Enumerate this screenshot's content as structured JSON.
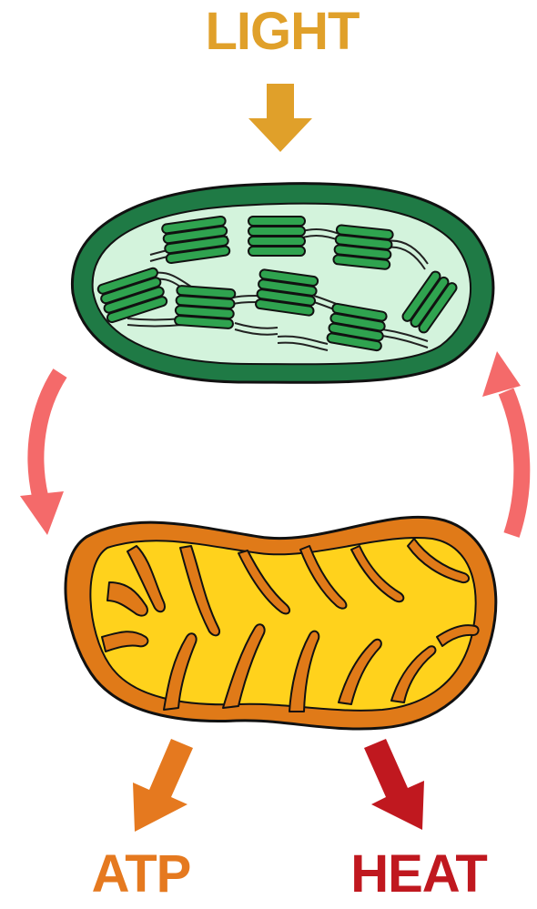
{
  "labels": {
    "light": "LIGHT",
    "atp": "ATP",
    "heat": "HEAT"
  },
  "colors": {
    "light": "#E0A02A",
    "atp": "#E5791F",
    "heat": "#C0181F",
    "cycle_arrow": "#F46A6A",
    "chloroplast_outer": "#1F7A45",
    "chloroplast_inner": "#D3F3DC",
    "thylakoid": "#2FA34F",
    "mitochondrion_outer": "#E07A18",
    "mitochondrion_inner": "#FFD21C",
    "outline": "#111111"
  },
  "icons": {
    "light_arrow": "down-arrow-icon",
    "cycle_left": "curved-arrow-down-icon",
    "cycle_right": "curved-arrow-up-icon",
    "atp_arrow": "down-left-arrow-icon",
    "heat_arrow": "down-right-arrow-icon"
  }
}
